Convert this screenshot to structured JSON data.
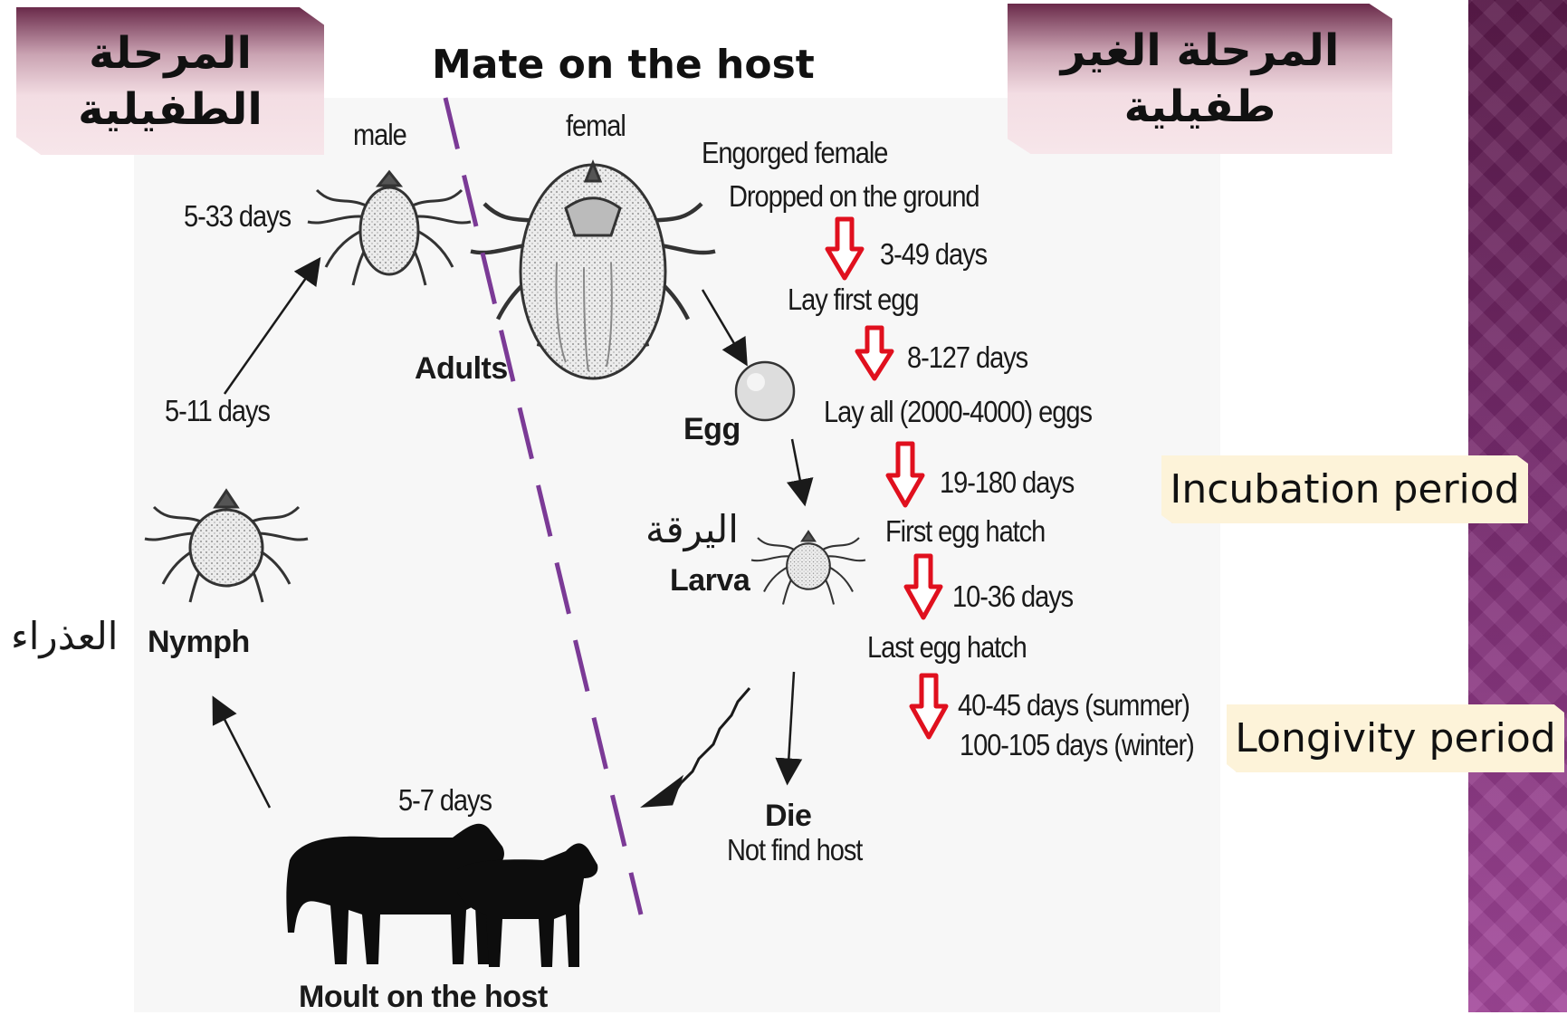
{
  "banners": {
    "left_line1": "المرحلة",
    "left_line2": "الطفيلية",
    "right_line1": "المرحلة الغير",
    "right_line2": "طفيلية"
  },
  "header": {
    "mate_label": "Mate on the host"
  },
  "stages": {
    "male": "male",
    "femal": "femal",
    "adults": "Adults",
    "egg": "Egg",
    "larva": "Larva",
    "larva_ar": "اليرقة",
    "nymph": "Nymph",
    "nymph_ar": "العذراء",
    "moult": "Moult on the host",
    "die": "Die",
    "not_find_host": "Not find host"
  },
  "durations": {
    "male": "5-33 days",
    "nymph": "5-11 days",
    "moult": "5-7 days"
  },
  "timeline": {
    "engorged": "Engorged female",
    "dropped": "Dropped on the ground",
    "d1": "3-49 days",
    "first_egg": "Lay first egg",
    "d2": "8-127 days",
    "all_eggs": "Lay all (2000-4000) eggs",
    "d3": "19-180 days",
    "first_hatch": "First egg hatch",
    "d4": "10-36 days",
    "last_hatch": "Last egg hatch",
    "d5_summer": "40-45 days (summer)",
    "d5_winter": "100-105 days (winter)"
  },
  "periods": {
    "incubation": "Incubation period",
    "longivity": "Longivity period"
  },
  "colors": {
    "divider": "#7b3a96",
    "down_arrow": "#e0101e",
    "side_band": "#8a3a82",
    "period_box": "#fdf3d9"
  },
  "icons": [
    "tick-male-icon",
    "tick-female-icon",
    "egg-icon",
    "tick-larva-icon",
    "tick-nymph-icon",
    "cattle-icon",
    "down-arrow-icon"
  ]
}
